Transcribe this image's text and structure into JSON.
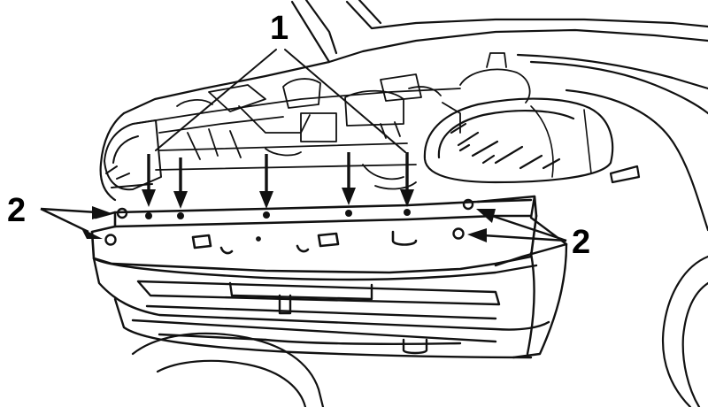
{
  "callouts": {
    "fastener_top": "1",
    "mount_left": "2",
    "mount_right": "2"
  },
  "colors": {
    "ink": "#111111",
    "background": "#ffffff"
  }
}
